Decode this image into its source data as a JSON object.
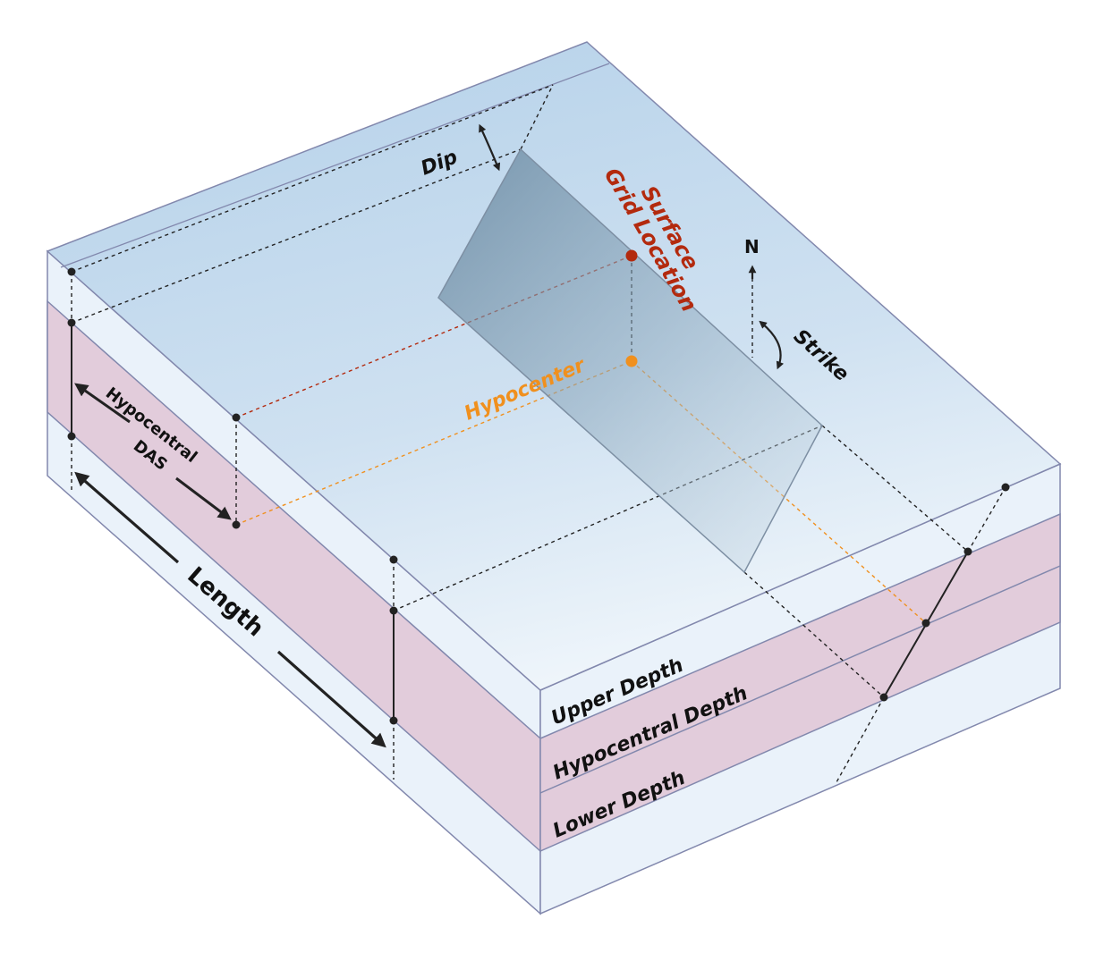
{
  "labels": {
    "dip": "Dip",
    "surface": "Surface",
    "grid_location": "Grid Location",
    "north": "N",
    "strike": "Strike",
    "hypocenter": "Hypocenter",
    "hypocentral": "Hypocentral",
    "das": "DAS",
    "length": "Length",
    "upper_depth": "Upper Depth",
    "hypocentral_depth": "Hypocentral Depth",
    "lower_depth": "Lower Depth"
  },
  "colors": {
    "surface_point": "#b32a0e",
    "hypocenter_point": "#f0901e",
    "rupture_band": "#e2ccdb",
    "block_light": "#eaf2fa",
    "block_top": "#bcd6ec",
    "outline": "#8288ad",
    "ink": "#222222"
  }
}
